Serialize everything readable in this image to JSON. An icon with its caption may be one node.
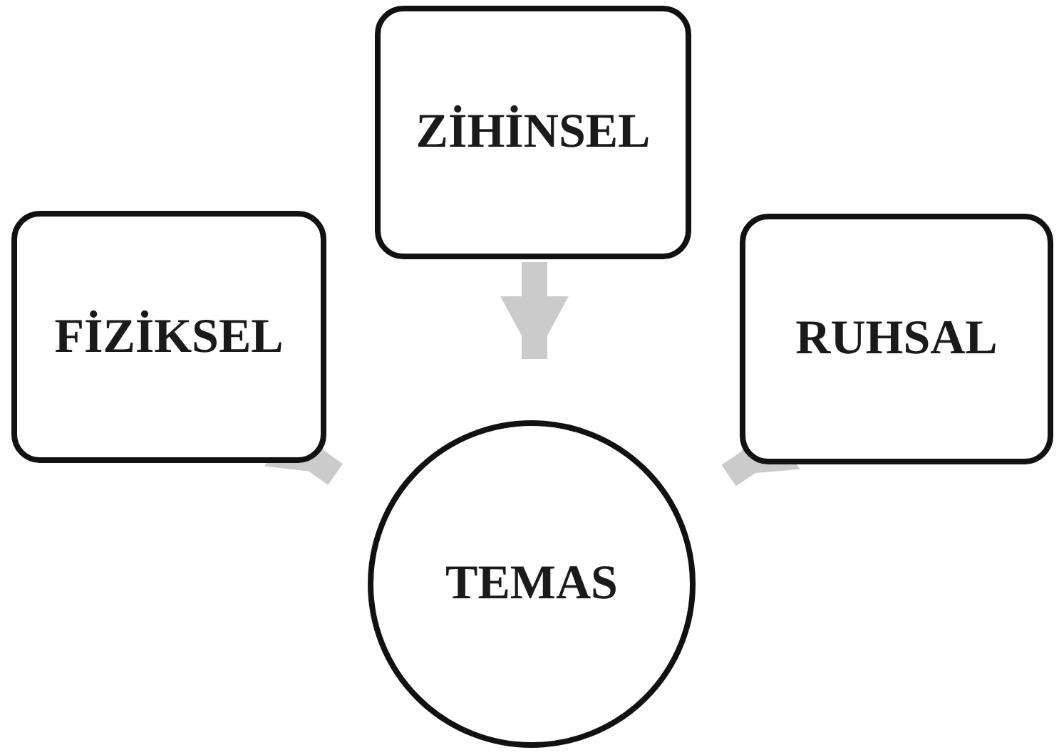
{
  "diagram": {
    "nodes": [
      {
        "text": [
          "ZİHİNSEL"
        ]
      },
      {
        "text": [
          "FİZİKSEL"
        ]
      },
      {
        "text": [
          "RUHSAL"
        ]
      },
      {
        "text": [
          "TEMAS"
        ]
      }
    ],
    "edges": [
      {
        "from": 0,
        "to": 3,
        "arrow": "to"
      },
      {
        "from": 1,
        "to": 3,
        "arrow": "to"
      },
      {
        "from": 2,
        "to": 3,
        "arrow": "to"
      }
    ]
  }
}
